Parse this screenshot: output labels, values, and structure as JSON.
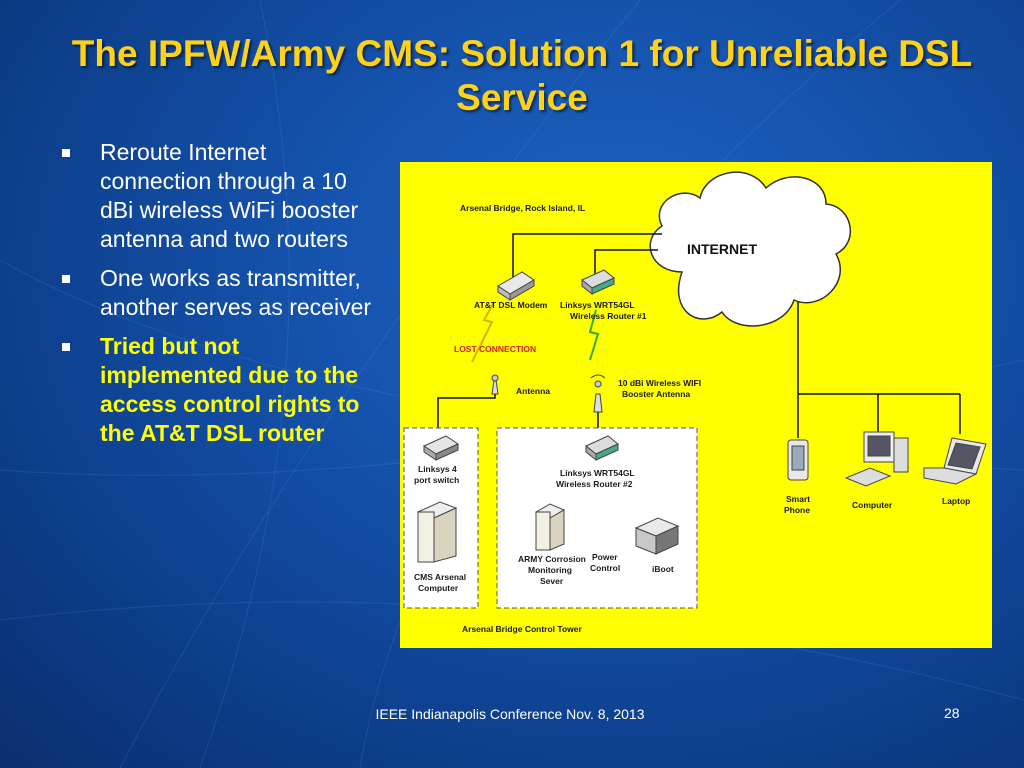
{
  "title": "The IPFW/Army CMS: Solution 1 for Unreliable DSL Service",
  "bullets": [
    {
      "text": "Reroute Internet connection through a 10 dBi wireless WiFi booster antenna and two routers",
      "highlight": false
    },
    {
      "text": "One works as transmitter, another serves as receiver",
      "highlight": false
    },
    {
      "text": "Tried but not implemented due to the access control rights to the AT&T DSL router",
      "highlight": true
    }
  ],
  "diagram": {
    "background_color": "#ffff00",
    "location_top": "Arsenal Bridge, Rock Island, IL",
    "internet": "INTERNET",
    "dsl_modem": "AT&T DSL Modem",
    "router1": "Linksys WRT54GL Wireless Router #1",
    "lost_connection": "LOST CONNECTION",
    "antenna": "Antenna",
    "booster_antenna": "10 dBi Wireless WIFI Booster Antenna",
    "switch": "Linksys 4 port switch",
    "router2": "Linksys WRT54GL Wireless Router #2",
    "cms_computer": "CMS Arsenal Computer",
    "army_server": "ARMY Corrosion Monitoring Sever",
    "power_control": "Power Control",
    "iboot": "iBoot",
    "smartphone": "Smart Phone",
    "computer": "Computer",
    "laptop": "Laptop",
    "location_bottom": "Arsenal Bridge Control Tower"
  },
  "footer": "IEEE Indianapolis Conference Nov. 8, 2013",
  "page_number": "28"
}
